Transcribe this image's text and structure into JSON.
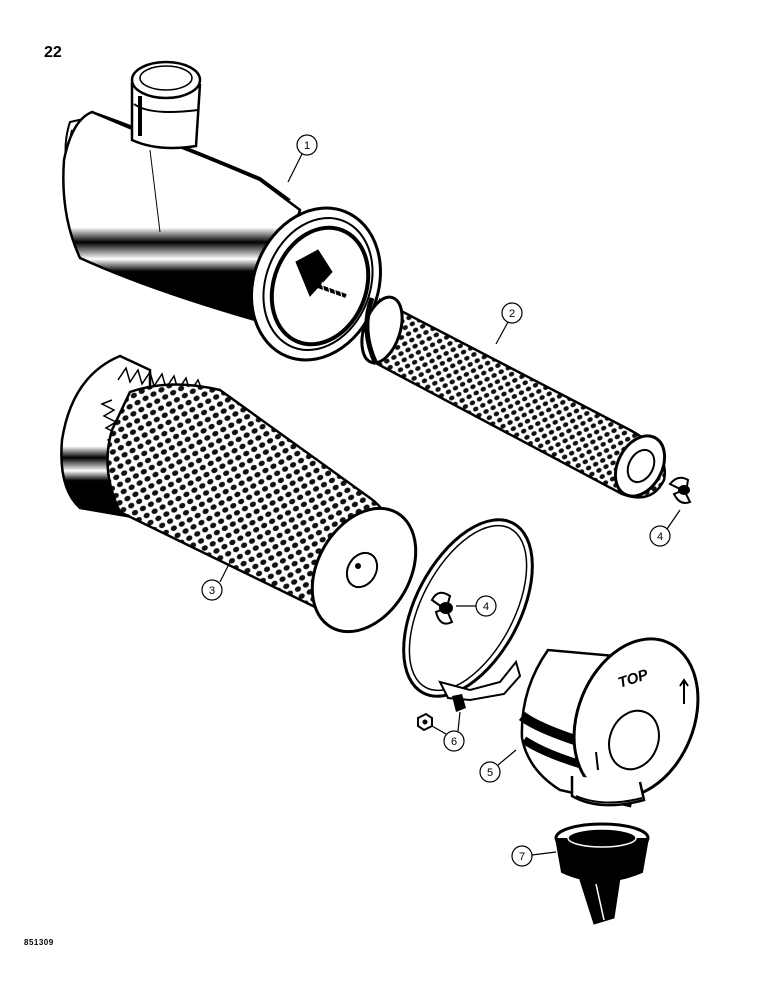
{
  "page_number": "22",
  "drawing_id": "851309",
  "top_marking": "TOP",
  "callouts": {
    "c1": "1",
    "c2": "2",
    "c3": "3",
    "c4a": "4",
    "c4b": "4",
    "c5": "5",
    "c6": "6",
    "c7": "7"
  },
  "parts": [
    "air-cleaner-housing",
    "inner-filter-element",
    "outer-filter-element",
    "wing-nut",
    "end-cover",
    "clamp",
    "dust-valve"
  ]
}
